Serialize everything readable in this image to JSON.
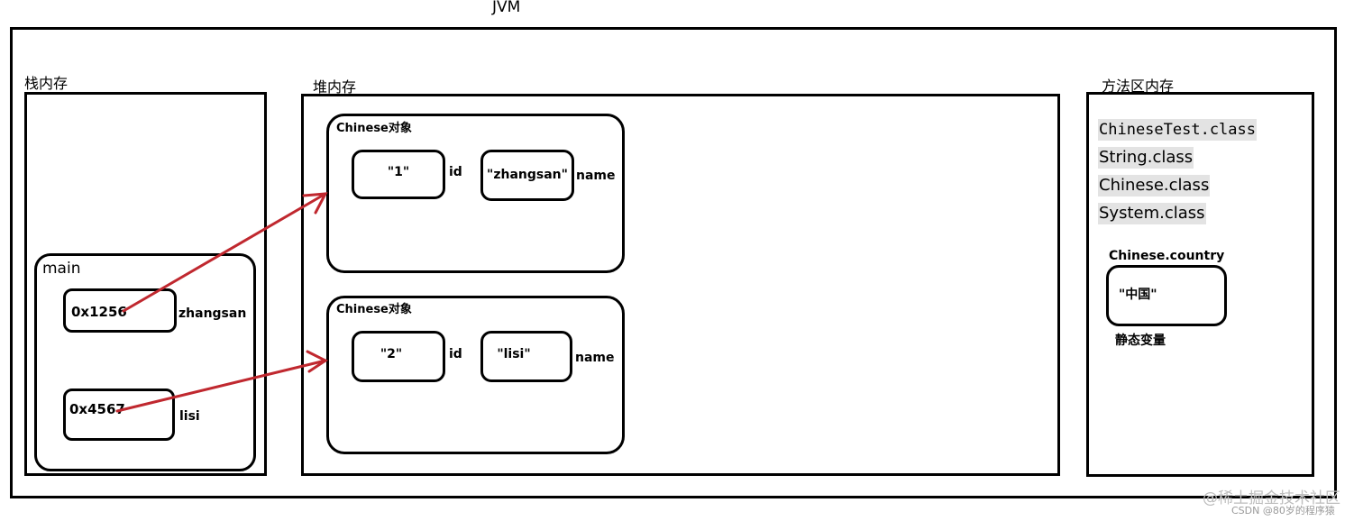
{
  "jvm": {
    "title": "JVM"
  },
  "stack": {
    "title": "栈内存",
    "frame": {
      "name": "main",
      "vars": [
        {
          "value": "0x1256",
          "name": "zhangsan"
        },
        {
          "value": "0x4567",
          "name": "lisi"
        }
      ]
    }
  },
  "heap": {
    "title": "堆内存",
    "objects": [
      {
        "title": "Chinese对象",
        "id_value": "\"1\"",
        "id_label": "id",
        "name_value": "\"zhangsan\"",
        "name_label": "name"
      },
      {
        "title": "Chinese对象",
        "id_value": "\"2\"",
        "id_label": "id",
        "name_value": "\"lisi\"",
        "name_label": "name"
      }
    ]
  },
  "method_area": {
    "title": "方法区内存",
    "classes": [
      "ChineseTest.class",
      "String.class",
      "Chinese.class",
      "System.class"
    ],
    "static_var": {
      "title": "Chinese.country",
      "value": "\"中国\"",
      "caption": "静态变量"
    }
  },
  "watermark": {
    "line1": "@稀土掘金技术社区",
    "line2": "CSDN @80岁的程序猿"
  },
  "colors": {
    "arrow": "#c0282f",
    "border": "#000000",
    "class_highlight": "#e3e3e3"
  }
}
